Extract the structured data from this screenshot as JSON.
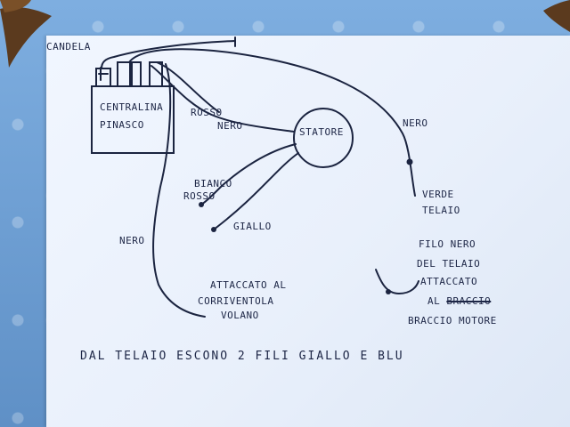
{
  "labels": {
    "candela": "CANDELA",
    "centralina_line1": "CENTRALINA",
    "centralina_line2": "PINASCO",
    "rosso_top": "ROSSO",
    "nero_top": "NERO",
    "statore": "STATORE",
    "nero_right": "NERO",
    "verde": "VERDE",
    "telaio_right": "TELAIO",
    "bianco": "BIANCO",
    "rosso_mid": "ROSSO",
    "giallo": "GIALLO",
    "nero_left": "NERO",
    "attaccato_1": "ATTACCATO AL",
    "attaccato_2": "CORRIVENTOLA",
    "attaccato_3": "VOLANO",
    "filo_1": "FILO NERO",
    "filo_2": "DEL TELAIO",
    "filo_3": "ATTACCATO",
    "filo_4_prefix": "AL",
    "filo_4_struck": "BRACCIO",
    "filo_5": "BRACCIO MOTORE",
    "footer": "DAL TELAIO ESCONO 2 FILI GIALLO E BLU"
  }
}
